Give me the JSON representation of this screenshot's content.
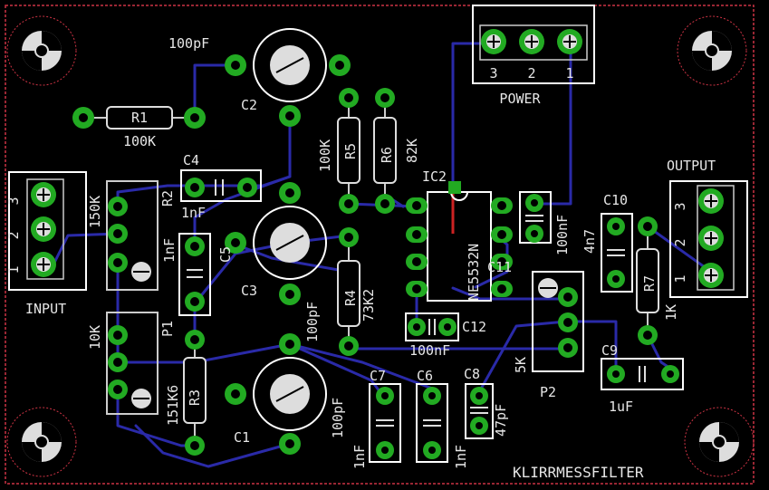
{
  "board": {
    "title": "KLIRRMESSFILTER",
    "colors": {
      "background": "#000000",
      "trace": "#2a2aa8",
      "pad": "#22aa22",
      "silkscreen": "#e6e6e6",
      "border": "#cc3344",
      "trace_top": "#cc2222"
    }
  },
  "components": {
    "r1": {
      "name": "R1",
      "value": "100K"
    },
    "r2": {
      "name": "R2",
      "value": "150K"
    },
    "r3": {
      "name": "R3",
      "value": "151K6"
    },
    "r4": {
      "name": "R4",
      "value": "73K2"
    },
    "r5": {
      "name": "R5",
      "value": "100K"
    },
    "r6": {
      "name": "R6",
      "value": "82K"
    },
    "r7": {
      "name": "R7",
      "value": "1K"
    },
    "c1": {
      "name": "C1",
      "value": "100pF"
    },
    "c2": {
      "name": "C2",
      "value": "100pF"
    },
    "c3": {
      "name": "C3",
      "value": "100pF"
    },
    "c4": {
      "name": "C4",
      "value": "1nF"
    },
    "c5": {
      "name": "C5",
      "value": "1nF"
    },
    "c6": {
      "name": "C6",
      "value": "1nF"
    },
    "c7": {
      "name": "C7",
      "value": "1nF"
    },
    "c8": {
      "name": "C8",
      "value": "47pF"
    },
    "c9": {
      "name": "C9",
      "value": "1uF"
    },
    "c10": {
      "name": "C10",
      "value": "4n7"
    },
    "c11": {
      "name": "C11",
      "value": "100nF"
    },
    "c12": {
      "name": "C12",
      "value": "100nF"
    },
    "ic2": {
      "name": "IC2",
      "value": "NE5532N"
    },
    "p1": {
      "name": "P1",
      "value": "10K"
    },
    "p2": {
      "name": "P2",
      "value": "5K"
    }
  },
  "connectors": {
    "input": {
      "label": "INPUT",
      "pins": [
        "3",
        "2",
        "1"
      ]
    },
    "output": {
      "label": "OUTPUT",
      "pins": [
        "3",
        "2",
        "1"
      ]
    },
    "power": {
      "label": "POWER",
      "pins": [
        "3",
        "2",
        "1"
      ]
    }
  }
}
